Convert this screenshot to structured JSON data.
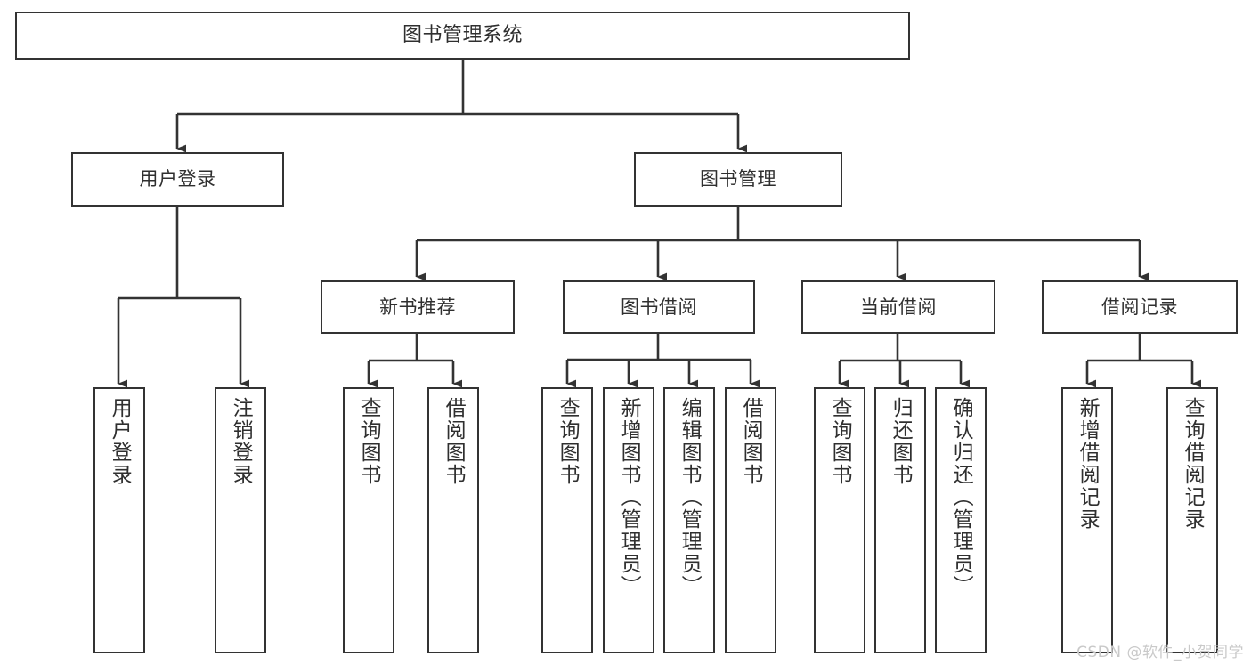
{
  "diagram": {
    "title": "图书管理系统",
    "type": "tree-hierarchy",
    "orientation": "top-down",
    "stroke_color": "#333333",
    "fill_color": "#ffffff",
    "text_color": "#2f2f2f"
  },
  "watermark": {
    "text": "CSDN @软件_小贺同学",
    "color": "#c9c9c9"
  },
  "nodes": {
    "root": {
      "label": "图书管理系统"
    },
    "level1": [
      {
        "label": "用户登录"
      },
      {
        "label": "图书管理"
      }
    ],
    "level2": [
      {
        "label": "新书推荐"
      },
      {
        "label": "图书借阅"
      },
      {
        "label": "当前借阅"
      },
      {
        "label": "借阅记录"
      }
    ],
    "leaves_user_login": [
      {
        "label": "用户登录"
      },
      {
        "label": "注销登录"
      }
    ],
    "leaves_new_book": [
      {
        "label": "查询图书"
      },
      {
        "label": "借阅图书"
      }
    ],
    "leaves_borrow": [
      {
        "label": "查询图书"
      },
      {
        "label": "新增图书（管理员）"
      },
      {
        "label": "编辑图书（管理员）"
      },
      {
        "label": "借阅图书"
      }
    ],
    "leaves_current": [
      {
        "label": "查询图书"
      },
      {
        "label": "归还图书"
      },
      {
        "label": "确认归还（管理员）"
      }
    ],
    "leaves_records": [
      {
        "label": "新增借阅记录"
      },
      {
        "label": "查询借阅记录"
      }
    ]
  }
}
